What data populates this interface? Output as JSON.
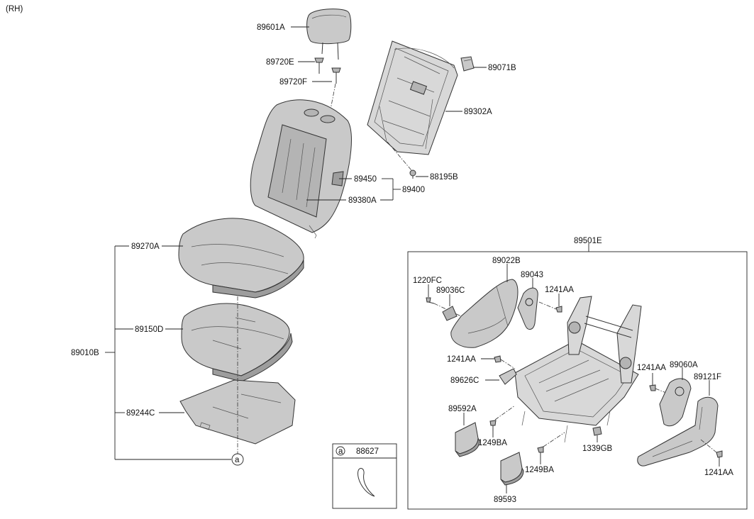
{
  "side": "(RH)",
  "labels": {
    "p89601A": "89601A",
    "p89720E": "89720E",
    "p89720F": "89720F",
    "p89071B": "89071B",
    "p89302A": "89302A",
    "p88195B": "88195B",
    "p89450": "89450",
    "p89400": "89400",
    "p89380A": "89380A",
    "p89270A": "89270A",
    "p89010B": "89010B",
    "p89150D": "89150D",
    "p89244C": "89244C",
    "p89501E": "89501E",
    "p89022B": "89022B",
    "p89043": "89043",
    "p1220FC": "1220FC",
    "p89036C": "89036C",
    "p1241AA_top": "1241AA",
    "p1241AA_mid": "1241AA",
    "p1241AA_right": "1241AA",
    "p1241AA_bottom": "1241AA",
    "p89060A": "89060A",
    "p89121F": "89121F",
    "p89626C": "89626C",
    "p89592A": "89592A",
    "p1249BA_left": "1249BA",
    "p1249BA_right": "1249BA",
    "p1339GB": "1339GB",
    "p89593": "89593",
    "p88627": "88627",
    "ref_a": "a",
    "ref_a_box": "a"
  }
}
